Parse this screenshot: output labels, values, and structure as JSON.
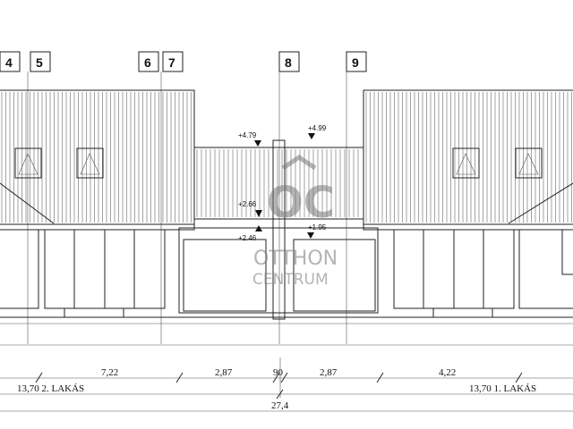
{
  "grid_labels": [
    "4",
    "5",
    "6",
    "7",
    "8",
    "9"
  ],
  "levels": [
    "+4.79",
    "+4.99",
    "+2.66",
    "+2.46",
    "+1.95"
  ],
  "dimensions": {
    "segments": [
      "7,22",
      "2,87",
      "90",
      "2,87",
      "4,22"
    ],
    "left_unit": "13,70 2. LAKÁS",
    "right_unit": "13,70  1. LAKÁS",
    "total": "27,4"
  },
  "watermark": {
    "logo": "OC",
    "line1": "OTTHON",
    "line2": "CENTRUM"
  }
}
